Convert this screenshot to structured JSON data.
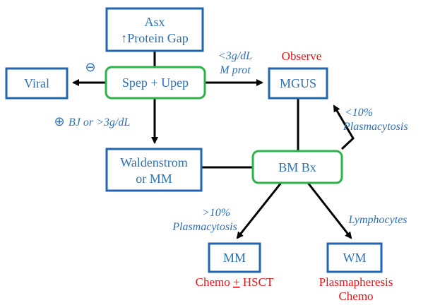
{
  "colors": {
    "box_border_blue": "#2366b0",
    "box_border_green": "#2cb34a",
    "text_blue": "#2f70b5",
    "text_red": "#e8141b",
    "line": "#000000"
  },
  "nodes": {
    "asx": {
      "line1": "Asx",
      "line2": "↑Protein Gap"
    },
    "viral": {
      "label": "Viral"
    },
    "spep": {
      "label": "Spep + Upep"
    },
    "mgus": {
      "label": "MGUS"
    },
    "waldenstrom": {
      "line1": "Waldenstrom",
      "line2": "or MM"
    },
    "bmbx": {
      "label": "BM Bx"
    },
    "mm": {
      "label": "MM"
    },
    "wm": {
      "label": "WM"
    }
  },
  "edge_labels": {
    "minus_symbol": "⊖",
    "plus_symbol": "⊕",
    "mprot_line1": "<3g/dL",
    "mprot_line2": "M prot",
    "bj": "BJ or >3g/dL",
    "lt10_line1": "<10%",
    "lt10_line2": "Plasmacytosis",
    "gt10_line1": ">10%",
    "gt10_line2": "Plasmacytosis",
    "lymphocytes": "Lymphocytes"
  },
  "outcomes": {
    "observe": "Observe",
    "chemo_hsct_pre": "Chemo ",
    "chemo_hsct_pm": "+",
    "chemo_hsct_post": " HSCT",
    "plasmapheresis": "Plasmapheresis",
    "chemo": "Chemo"
  }
}
